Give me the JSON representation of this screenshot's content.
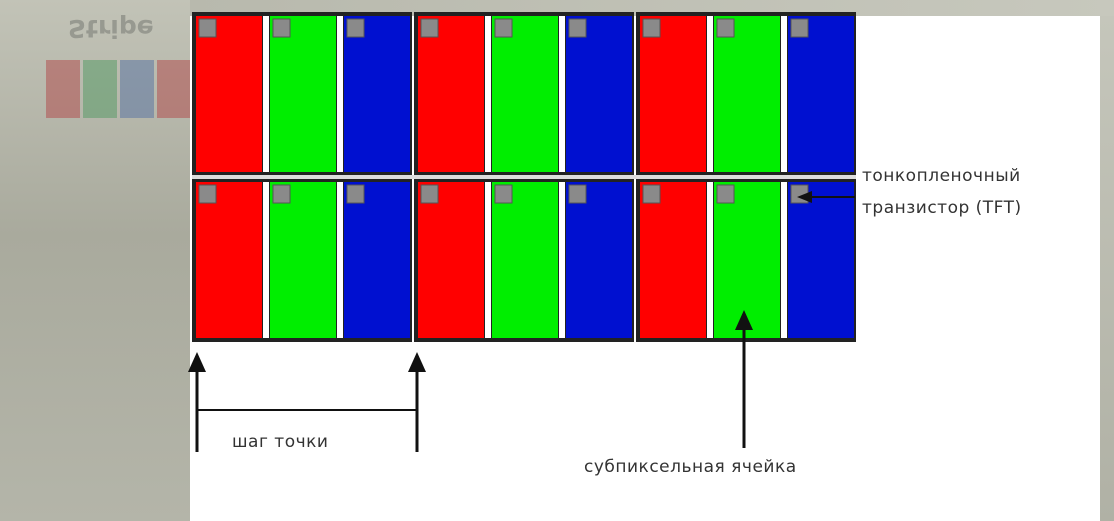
{
  "background": {
    "stripe_title": "Stripe"
  },
  "colors": {
    "red": "#ff0000",
    "green": "#00ee00",
    "blue": "#0010d0",
    "tft": "#8a8a8a",
    "border": "#222222"
  },
  "diagram": {
    "pixel_rows": 2,
    "pixels_per_row": 3,
    "subpixel_order": [
      "red",
      "green",
      "blue"
    ]
  },
  "labels": {
    "tft_line1": "тонкопленочный",
    "tft_line2": "транзистор (TFT)",
    "dot_pitch": "шаг точки",
    "subpixel_cell": "субпиксельная ячейка"
  }
}
